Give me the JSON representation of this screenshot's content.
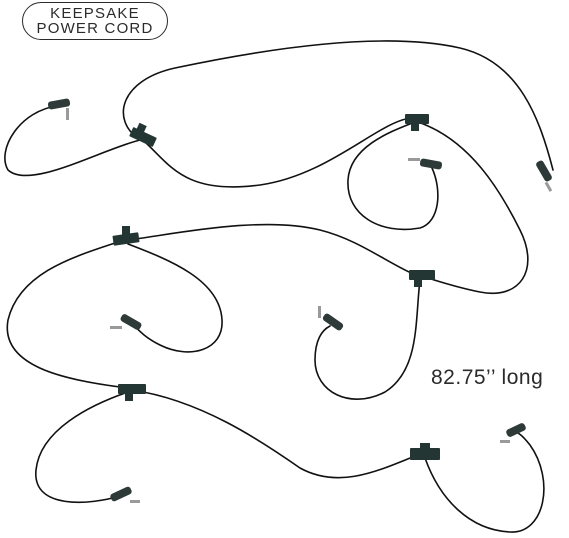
{
  "product_label": {
    "line1": "KEEPSAKE",
    "line2": "POWER CORD"
  },
  "length_label": "82.75’’ long",
  "colors": {
    "cable": "#111111",
    "splitter": "#243634",
    "label_text": "#2b2b2b",
    "background": "#ffffff"
  }
}
